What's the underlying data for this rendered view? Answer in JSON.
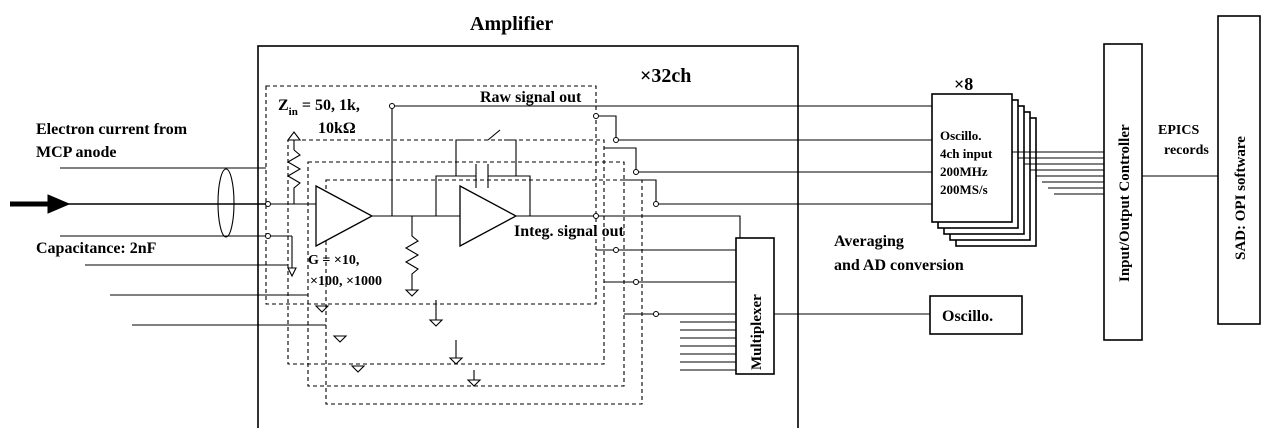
{
  "amplifier_title": "Amplifier",
  "channels_32": "×32ch",
  "channels_8": "×8",
  "input": {
    "line1": "Electron current from",
    "line2": "MCP anode",
    "capacitance": "Capacitance: 2nF"
  },
  "zin": {
    "prefix": "Z",
    "subscript": "in",
    "rest": " = 50, 1k,",
    "line2": "10kΩ"
  },
  "gain": {
    "line1": "G = ×10,",
    "line2": "×100, ×1000"
  },
  "raw_out": "Raw signal out",
  "integ_out": "Integ. signal out",
  "multiplexer": "Multiplexer",
  "oscillo_multi": {
    "line1": "Oscillo.",
    "line2": "4ch input",
    "line3": "200MHz",
    "line4": "200MS/s"
  },
  "oscillo_single": "Oscillo.",
  "averaging": {
    "line1": "Averaging",
    "line2": "and AD conversion"
  },
  "ioc": "Input/Output Controller",
  "epics": {
    "line1": "EPICS",
    "line2": "records"
  },
  "sad": "SAD: OPI software"
}
